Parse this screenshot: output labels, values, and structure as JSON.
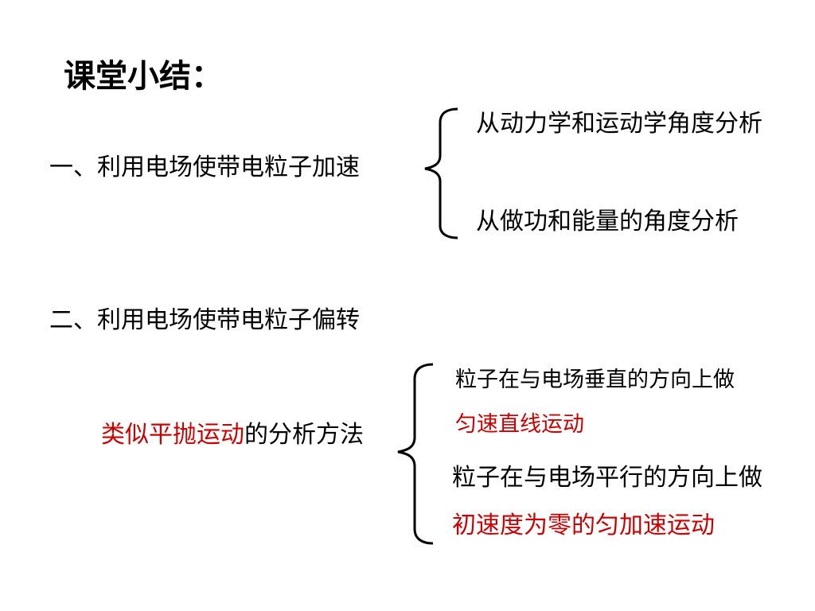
{
  "slide": {
    "title": "课堂小结：",
    "section1": {
      "label": "一、利用电场使带电粒子加速",
      "items": [
        "从动力学和运动学角度分析",
        "从做功和能量的角度分析"
      ]
    },
    "section2": {
      "label": "二、利用电场使带电粒子偏转",
      "method_highlight": "类似平抛运动",
      "method_rest": "的分析方法",
      "items": [
        "粒子在与电场垂直的方向上做",
        "匀速直线运动",
        "粒子在与电场平行的方向上做",
        "初速度为零的匀加速运动"
      ]
    }
  },
  "colors": {
    "text": "#000000",
    "highlight": "#cc0000",
    "background": "#ffffff"
  }
}
